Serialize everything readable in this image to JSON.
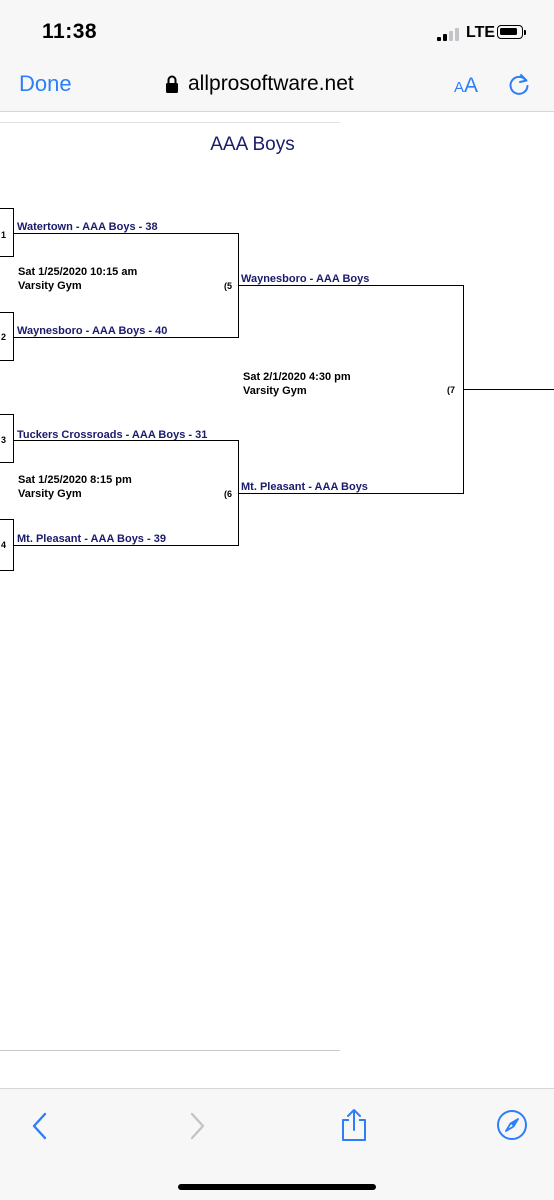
{
  "status_bar": {
    "time": "11:38",
    "network": "LTE"
  },
  "browser": {
    "done_label": "Done",
    "url": "allprosoftware.net",
    "text_size_label_small": "A",
    "text_size_label_large": "A"
  },
  "bracket": {
    "title": "AAA Boys",
    "round1": {
      "game1": {
        "seed_top": "1",
        "team_top": "Watertown - AAA Boys - 38",
        "date": "Sat 1/25/2020 10:15 am",
        "venue": "Varsity Gym",
        "seed_bottom": "2",
        "team_bottom": "Waynesboro - AAA Boys - 40"
      },
      "game2": {
        "seed_top": "3",
        "team_top": "Tuckers Crossroads - AAA Boys - 31",
        "date": "Sat 1/25/2020 8:15 pm",
        "venue": "Varsity Gym",
        "seed_bottom": "4",
        "team_bottom": "Mt. Pleasant - AAA Boys - 39"
      }
    },
    "round2": {
      "game_number_top": "(5",
      "team_top": "Waynesboro - AAA Boys",
      "date": "Sat 2/1/2020 4:30 pm",
      "venue": "Varsity Gym",
      "game_number_bottom": "(6",
      "team_bottom": "Mt. Pleasant - AAA Boys"
    },
    "final": {
      "game_number": "(7"
    }
  },
  "toolbar": {
    "icons": [
      "back-arrow-icon",
      "forward-arrow-icon",
      "share-icon",
      "compass-icon"
    ]
  },
  "colors": {
    "accent": "#2d7ff9",
    "team_text": "#1a1b6b",
    "disabled": "#c4c4c8"
  }
}
